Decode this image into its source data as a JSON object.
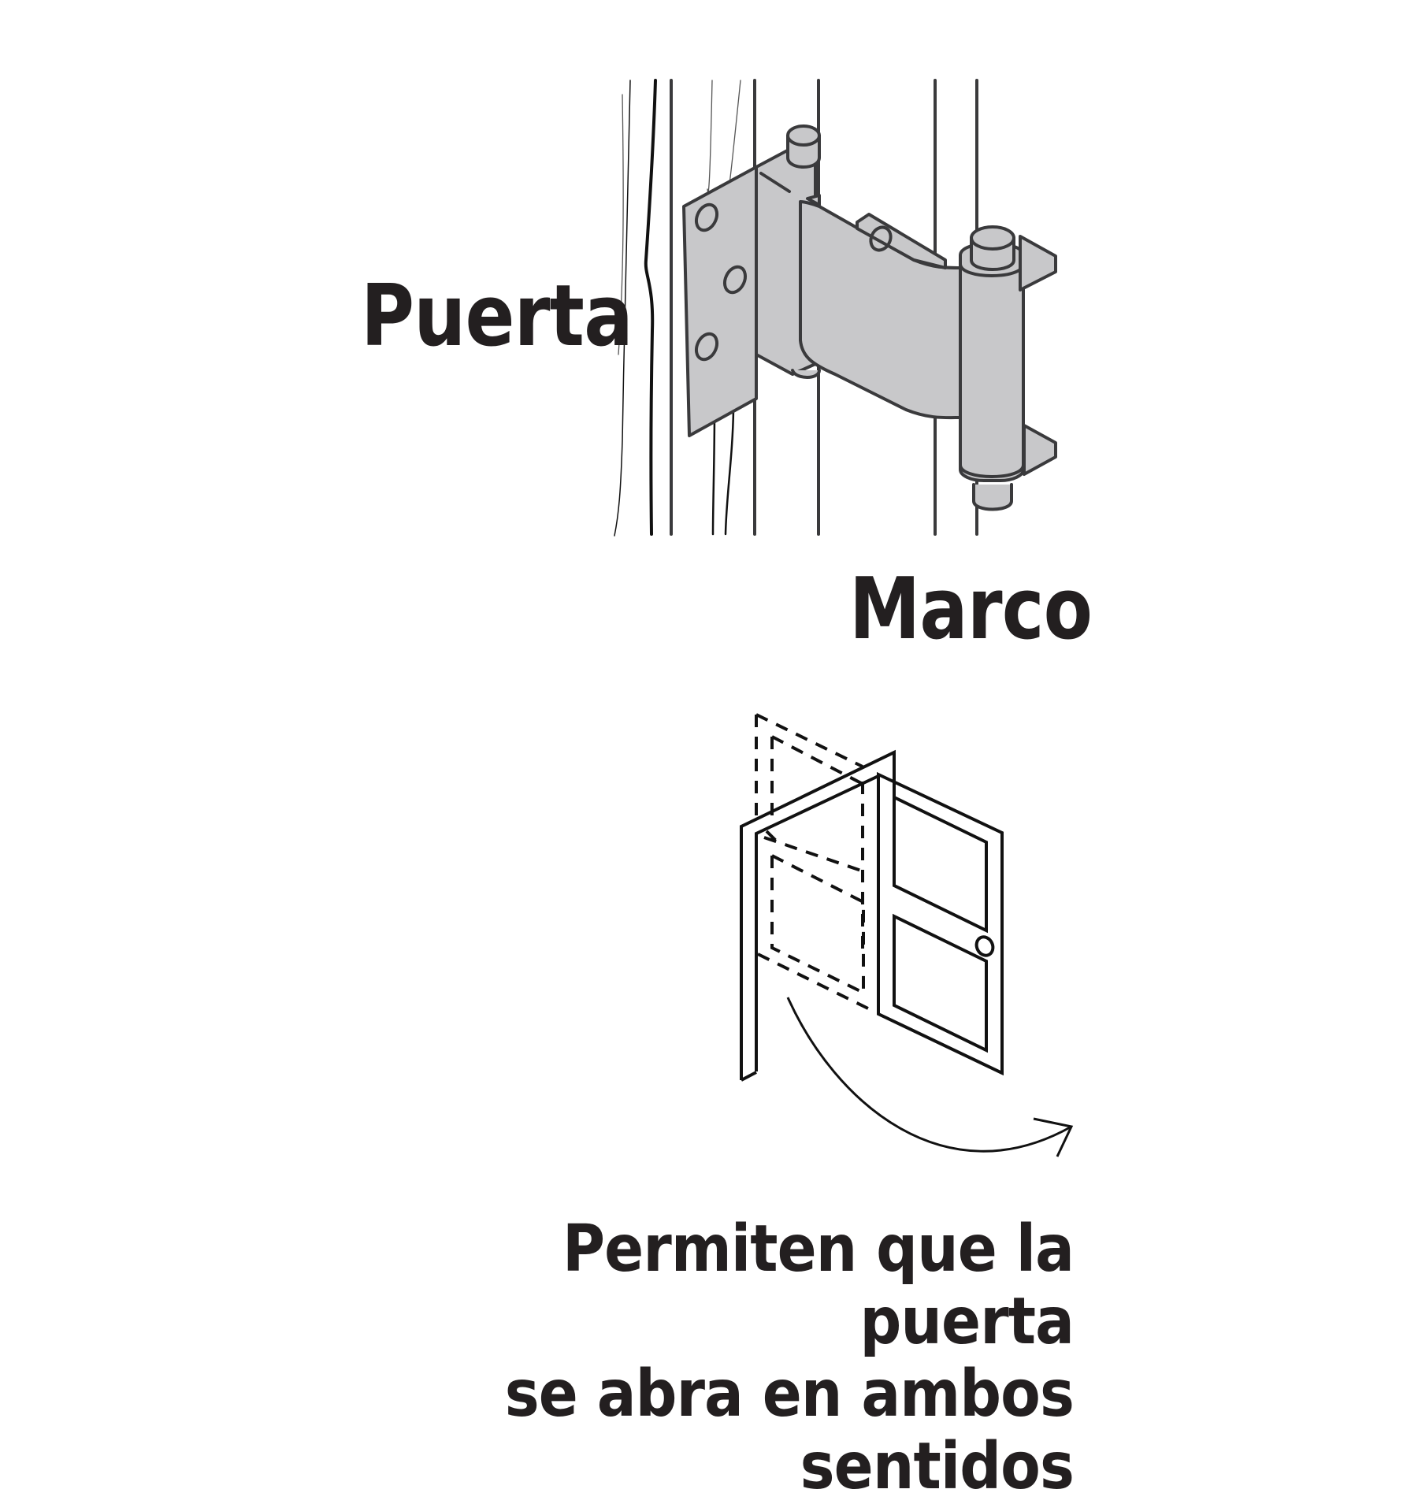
{
  "labels": {
    "door": "Puerta",
    "frame": "Marco"
  },
  "caption": {
    "line1": "Permiten que la puerta",
    "line2": "se abra en ambos sentidos"
  },
  "colors": {
    "background": "#ffffff",
    "text": "#231f20",
    "hinge_fill": "#c8c8ca",
    "hinge_outline": "#3a3a3c",
    "line_art": "#111111"
  },
  "illustrations": {
    "hinge": "double-action-spring-hinge-icon",
    "door_swing": "door-swing-both-directions-icon"
  }
}
